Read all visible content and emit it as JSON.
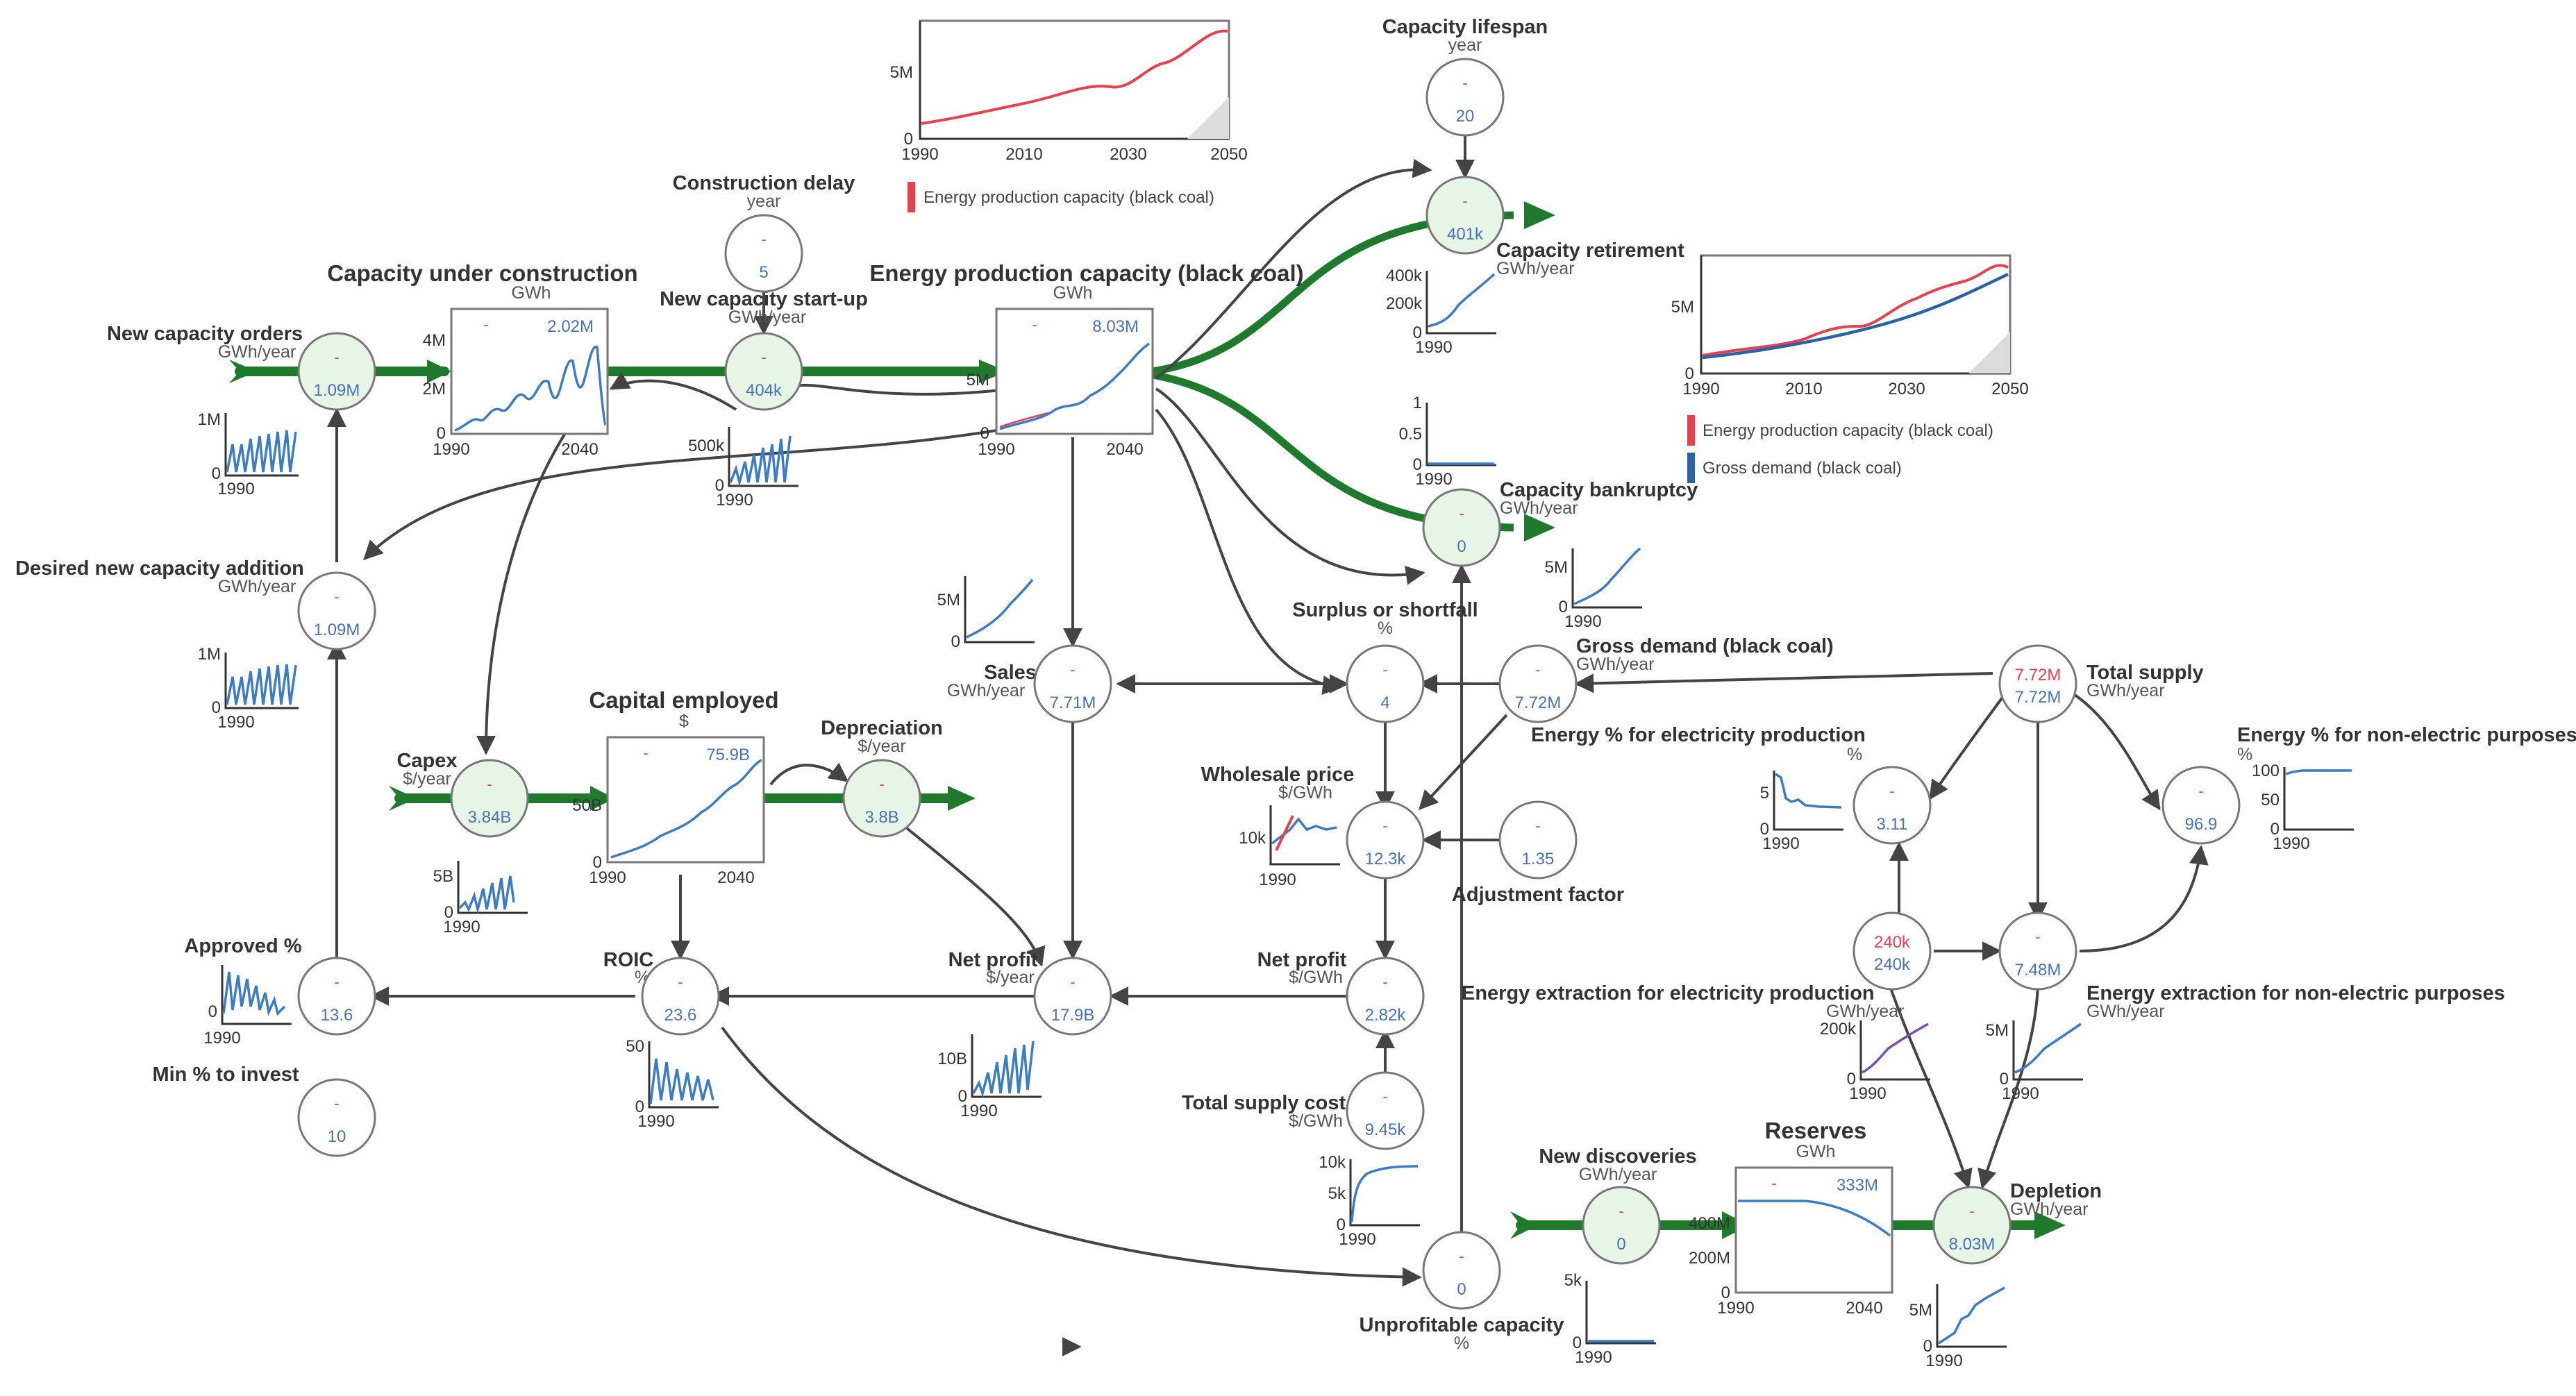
{
  "colors": {
    "flow": "#1f7a2e",
    "valve_fill": "#e6f5e6",
    "value_blue": "#4a73b5",
    "red": "#e8414e",
    "line_blue": "#3c7cc4"
  },
  "nodes": {
    "capacity_lifespan": {
      "label": "Capacity lifespan",
      "unit": "year",
      "value": "20"
    },
    "construction_delay": {
      "label": "Construction delay",
      "unit": "year",
      "value": "5"
    },
    "capacity_under_construction": {
      "label": "Capacity under construction",
      "unit": "GWh",
      "value": "2.02M"
    },
    "energy_production_capacity": {
      "label": "Energy production capacity (black coal)",
      "unit": "GWh",
      "value": "8.03M"
    },
    "new_capacity_orders": {
      "label": "New capacity orders",
      "unit": "GWh/year",
      "value": "1.09M"
    },
    "new_capacity_startup": {
      "label": "New capacity start-up",
      "unit": "GWh/year",
      "value": "404k"
    },
    "capacity_retirement": {
      "label": "Capacity retirement",
      "unit": "GWh/year",
      "value": "401k"
    },
    "capacity_bankruptcy": {
      "label": "Capacity bankruptcy",
      "unit": "GWh/year",
      "value": "0"
    },
    "desired_new_capacity": {
      "label": "Desired new capacity addition",
      "unit": "GWh/year",
      "value": "1.09M"
    },
    "sales": {
      "label": "Sales",
      "unit": "GWh/year",
      "value": "7.71M"
    },
    "surplus": {
      "label": "Surplus or shortfall",
      "unit": "%",
      "value": "4"
    },
    "gross_demand": {
      "label": "Gross demand (black coal)",
      "unit": "GWh/year",
      "value": "7.72M"
    },
    "total_supply": {
      "label": "Total supply",
      "unit": "GWh/year",
      "value": "7.72M",
      "value_red": "7.72M"
    },
    "energy_pct_elec": {
      "label": "Energy % for electricity production",
      "unit": "%",
      "value": "3.11"
    },
    "energy_pct_nonelec": {
      "label": "Energy % for non-electric purposes",
      "unit": "%",
      "value": "96.9"
    },
    "capex": {
      "label": "Capex",
      "unit": "$/year",
      "value": "3.84B"
    },
    "capital_employed": {
      "label": "Capital employed",
      "unit": "$",
      "value": "75.9B"
    },
    "depreciation": {
      "label": "Depreciation",
      "unit": "$/year",
      "value": "3.8B"
    },
    "wholesale_price": {
      "label": "Wholesale price",
      "unit": "$/GWh",
      "value": "12.3k"
    },
    "adjustment_factor": {
      "label": "Adjustment factor",
      "value": "1.35"
    },
    "approved_pct": {
      "label": "Approved %",
      "value": "13.6"
    },
    "roic": {
      "label": "ROIC",
      "unit": "%",
      "value": "23.6"
    },
    "net_profit_total": {
      "label": "Net profit",
      "unit": "$/year",
      "value": "17.9B"
    },
    "net_profit_unit": {
      "label": "Net profit",
      "unit": "$/GWh",
      "value": "2.82k"
    },
    "min_pct_invest": {
      "label": "Min % to invest",
      "value": "10"
    },
    "total_supply_cost": {
      "label": "Total supply cost",
      "unit": "$/GWh",
      "value": "9.45k"
    },
    "extraction_elec": {
      "label": "Energy extraction for electricity production",
      "unit": "GWh/year",
      "value": "240k",
      "value_red": "240k"
    },
    "extraction_nonelec": {
      "label": "Energy extraction for non-electric purposes",
      "unit": "GWh/year",
      "value": "7.48M"
    },
    "unprofitable_capacity": {
      "label": "Unprofitable capacity",
      "unit": "%",
      "value": "0"
    },
    "new_discoveries": {
      "label": "New discoveries",
      "unit": "GWh/year",
      "value": "0"
    },
    "reserves": {
      "label": "Reserves",
      "unit": "GWh",
      "value": "333M"
    },
    "depletion": {
      "label": "Depletion",
      "unit": "GWh/year",
      "value": "8.03M"
    }
  },
  "dash": "-",
  "ticks": {
    "top_chart": {
      "y": [
        "5M",
        "0"
      ],
      "x": [
        "1990",
        "2010",
        "2030",
        "2050"
      ]
    },
    "right_chart": {
      "y": [
        "5M",
        "0"
      ],
      "x": [
        "1990",
        "2010",
        "2030",
        "2050"
      ]
    },
    "cuc": {
      "y": [
        "4M",
        "2M",
        "0"
      ],
      "x": [
        "1990",
        "2040"
      ]
    },
    "epc": {
      "y": [
        "5M",
        "0"
      ],
      "x": [
        "1990",
        "2040"
      ]
    },
    "ce": {
      "y": [
        "50B",
        "0"
      ],
      "x": [
        "1990",
        "2040"
      ]
    },
    "res": {
      "y": [
        "400M",
        "200M",
        "0"
      ],
      "x": [
        "1990",
        "2040"
      ]
    },
    "spark_1990": "1990",
    "orders": [
      "1M",
      "0"
    ],
    "desired": [
      "1M",
      "0"
    ],
    "startup": [
      "500k",
      "0"
    ],
    "retire": [
      "400k",
      "200k",
      "0"
    ],
    "bankrupt_axis": [
      "1",
      "0.5",
      "0"
    ],
    "bank_spark": [
      "5M",
      "0"
    ],
    "sales": [
      "5M",
      "0"
    ],
    "wholesale": [
      "10k"
    ],
    "capex": [
      "5B",
      "0"
    ],
    "approved": [
      "0"
    ],
    "roic": [
      "50",
      "0"
    ],
    "netprofit": [
      "10B",
      "0"
    ],
    "supplycost": [
      "10k",
      "5k",
      "0"
    ],
    "elec_pct": [
      "5",
      "0"
    ],
    "nonelec_pct": [
      "100",
      "50",
      "0"
    ],
    "extr_elec": [
      "200k",
      "0"
    ],
    "extr_nonelec": [
      "5M",
      "0"
    ],
    "discover": [
      "5k",
      "0"
    ],
    "depletion": [
      "5M",
      "0"
    ]
  },
  "legends": {
    "top": [
      "Energy production capacity (black coal)"
    ],
    "right": [
      "Energy production capacity (black coal)",
      "Gross demand (black coal)"
    ]
  }
}
